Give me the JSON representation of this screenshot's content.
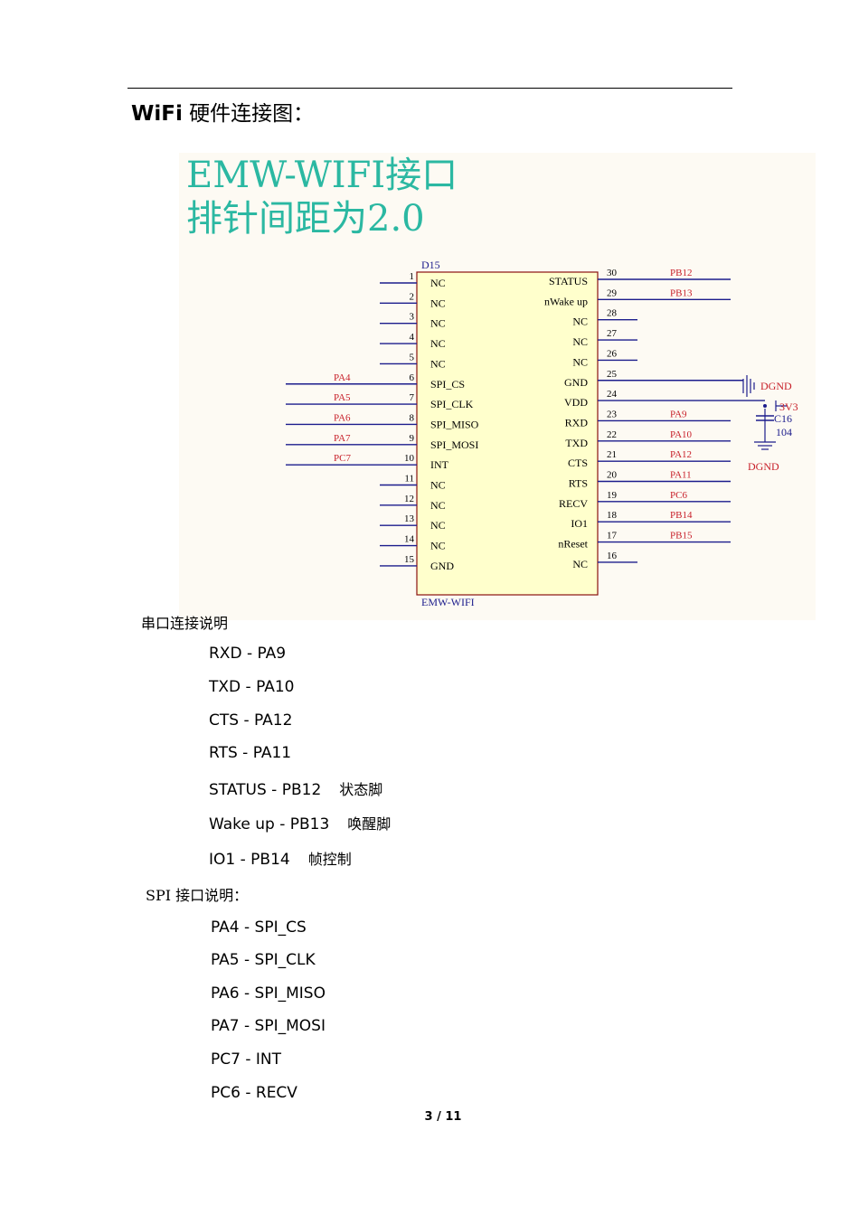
{
  "heading": {
    "bold": "WiFi",
    "text": " 硬件连接图："
  },
  "schematic": {
    "title_line1": "EMW-WIFI接口",
    "title_line2": "排针间距为2.0",
    "ref": "D15",
    "part": "EMW-WIFI",
    "left_pins": [
      {
        "num": "1",
        "name": "NC",
        "net": ""
      },
      {
        "num": "2",
        "name": "NC",
        "net": ""
      },
      {
        "num": "3",
        "name": "NC",
        "net": ""
      },
      {
        "num": "4",
        "name": "NC",
        "net": ""
      },
      {
        "num": "5",
        "name": "NC",
        "net": ""
      },
      {
        "num": "6",
        "name": "SPI_CS",
        "net": "PA4"
      },
      {
        "num": "7",
        "name": "SPI_CLK",
        "net": "PA5"
      },
      {
        "num": "8",
        "name": "SPI_MISO",
        "net": "PA6"
      },
      {
        "num": "9",
        "name": "SPI_MOSI",
        "net": "PA7"
      },
      {
        "num": "10",
        "name": "INT",
        "net": "PC7"
      },
      {
        "num": "11",
        "name": "NC",
        "net": ""
      },
      {
        "num": "12",
        "name": "NC",
        "net": ""
      },
      {
        "num": "13",
        "name": "NC",
        "net": ""
      },
      {
        "num": "14",
        "name": "NC",
        "net": ""
      },
      {
        "num": "15",
        "name": "GND",
        "net": ""
      }
    ],
    "right_pins": [
      {
        "num": "30",
        "name": "STATUS",
        "net": "PB12"
      },
      {
        "num": "29",
        "name": "nWake up",
        "net": "PB13"
      },
      {
        "num": "28",
        "name": "NC",
        "net": ""
      },
      {
        "num": "27",
        "name": "NC",
        "net": ""
      },
      {
        "num": "26",
        "name": "NC",
        "net": ""
      },
      {
        "num": "25",
        "name": "GND",
        "net": ""
      },
      {
        "num": "24",
        "name": "VDD",
        "net": ""
      },
      {
        "num": "23",
        "name": "RXD",
        "net": "PA9"
      },
      {
        "num": "22",
        "name": "TXD",
        "net": "PA10"
      },
      {
        "num": "21",
        "name": "CTS",
        "net": "PA12"
      },
      {
        "num": "20",
        "name": "RTS",
        "net": "PA11"
      },
      {
        "num": "19",
        "name": "RECV",
        "net": "PC6"
      },
      {
        "num": "18",
        "name": "IO1",
        "net": "PB14"
      },
      {
        "num": "17",
        "name": "nReset",
        "net": "PB15"
      },
      {
        "num": "16",
        "name": "NC",
        "net": ""
      }
    ],
    "gnd_label_top": "DGND",
    "vcc_label": "3V3",
    "cap_ref": "C16",
    "cap_value": "104",
    "gnd_label_bottom": "DGND"
  },
  "serial": {
    "title": "串口连接说明",
    "items": [
      {
        "text": "RXD - PA9",
        "note": ""
      },
      {
        "text": "TXD - PA10",
        "note": ""
      },
      {
        "text": "CTS - PA12",
        "note": ""
      },
      {
        "text": "RTS - PA11",
        "note": ""
      },
      {
        "text": "STATUS - PB12",
        "note": "状态脚"
      },
      {
        "text": "Wake up - PB13",
        "note": "唤醒脚"
      },
      {
        "text": "IO1 - PB14",
        "note": "帧控制"
      }
    ]
  },
  "spi": {
    "title": "SPI 接口说明：",
    "items": [
      {
        "text": "PA4 - SPI_CS"
      },
      {
        "text": "PA5 - SPI_CLK"
      },
      {
        "text": "PA6 - SPI_MISO"
      },
      {
        "text": "PA7 - SPI_MOSI"
      },
      {
        "text": "PC7 - INT"
      },
      {
        "text": "PC6 - RECV"
      }
    ]
  },
  "footer": {
    "page": "3 / 11"
  },
  "colors": {
    "title_teal": "#2bb8a2",
    "wire_blue": "#1c1c8c",
    "net_red": "#c8202a",
    "chip_fill": "#ffffcc",
    "bg": "#fdfaf3"
  }
}
